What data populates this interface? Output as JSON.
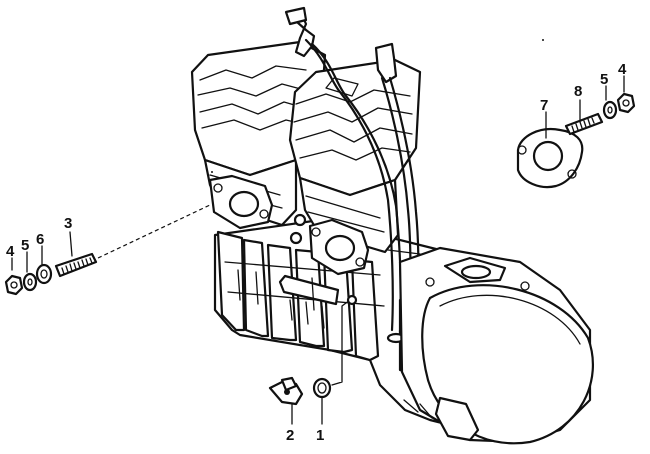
{
  "callouts": [
    {
      "id": "c4a",
      "label": "4"
    },
    {
      "id": "c5a",
      "label": "5"
    },
    {
      "id": "c6",
      "label": "6"
    },
    {
      "id": "c3",
      "label": "3"
    },
    {
      "id": "c7",
      "label": "7"
    },
    {
      "id": "c8",
      "label": "8"
    },
    {
      "id": "c5b",
      "label": "5"
    },
    {
      "id": "c4b",
      "label": "4"
    },
    {
      "id": "c2",
      "label": "2"
    },
    {
      "id": "c1",
      "label": "1"
    }
  ]
}
